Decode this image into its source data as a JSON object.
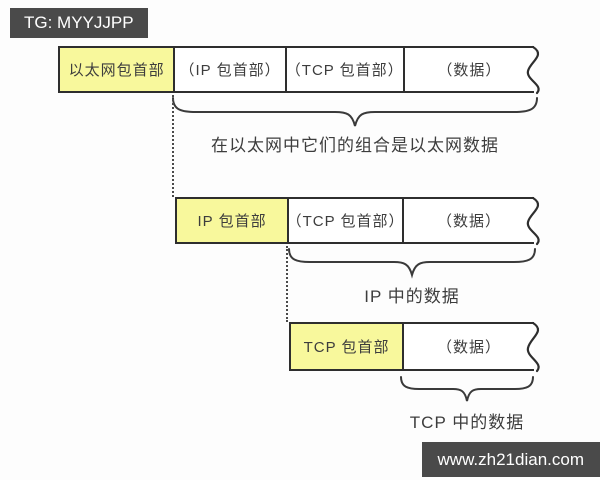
{
  "colors": {
    "highlight_yellow": "#f8f89c",
    "box_border": "#2e2e2e",
    "text": "#3d3d3d",
    "badge_bg": "#4a4a4a",
    "badge_text": "#ffffff"
  },
  "badges": {
    "top_left": "TG: MYYJJPP",
    "bottom_right": "www.zh21dian.com"
  },
  "diagram": {
    "rows": [
      {
        "cells": [
          {
            "label": "以太网包首部",
            "highlight": true
          },
          {
            "label": "（IP 包首部）",
            "highlight": false
          },
          {
            "label": "（TCP 包首部）",
            "highlight": false
          },
          {
            "label": "（数据）",
            "highlight": false
          }
        ],
        "caption": "在以太网中它们的组合是以太网数据"
      },
      {
        "cells": [
          {
            "label": "IP 包首部",
            "highlight": true
          },
          {
            "label": "（TCP 包首部）",
            "highlight": false
          },
          {
            "label": "（数据）",
            "highlight": false
          }
        ],
        "caption": "IP 中的数据"
      },
      {
        "cells": [
          {
            "label": "TCP 包首部",
            "highlight": true
          },
          {
            "label": "（数据）",
            "highlight": false
          }
        ],
        "caption": "TCP 中的数据"
      }
    ]
  }
}
